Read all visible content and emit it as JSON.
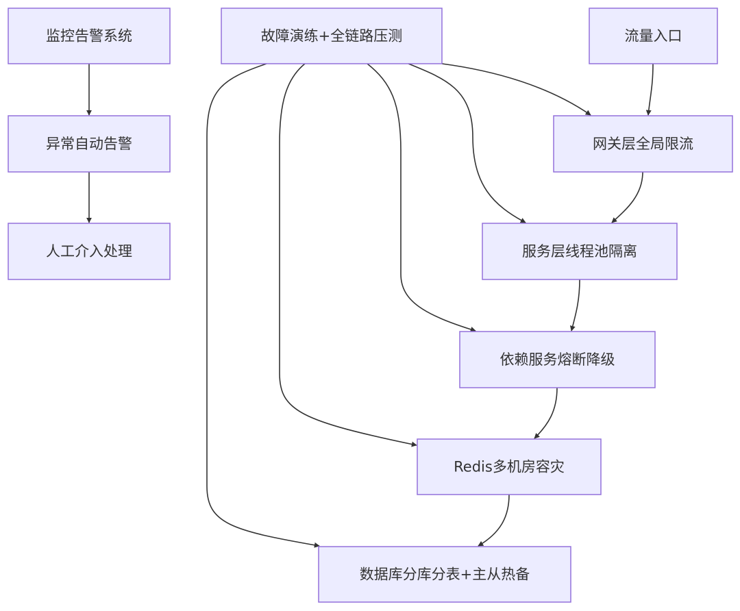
{
  "diagram": {
    "nodes": {
      "monitor": "监控告警系统",
      "alert": "异常自动告警",
      "manual": "人工介入处理",
      "drill": "故障演练+全链路压测",
      "traffic": "流量入口",
      "gateway": "网关层全局限流",
      "service": "服务层线程池隔离",
      "breaker": "依赖服务熔断降级",
      "redis": "Redis多机房容灾",
      "db": "数据库分库分表+主从热备"
    },
    "edges": [
      {
        "from": "monitor",
        "to": "alert"
      },
      {
        "from": "alert",
        "to": "manual"
      },
      {
        "from": "traffic",
        "to": "gateway"
      },
      {
        "from": "gateway",
        "to": "service"
      },
      {
        "from": "service",
        "to": "breaker"
      },
      {
        "from": "breaker",
        "to": "redis"
      },
      {
        "from": "redis",
        "to": "db"
      },
      {
        "from": "drill",
        "to": "gateway"
      },
      {
        "from": "drill",
        "to": "service"
      },
      {
        "from": "drill",
        "to": "breaker"
      },
      {
        "from": "drill",
        "to": "redis"
      },
      {
        "from": "drill",
        "to": "db"
      }
    ]
  }
}
